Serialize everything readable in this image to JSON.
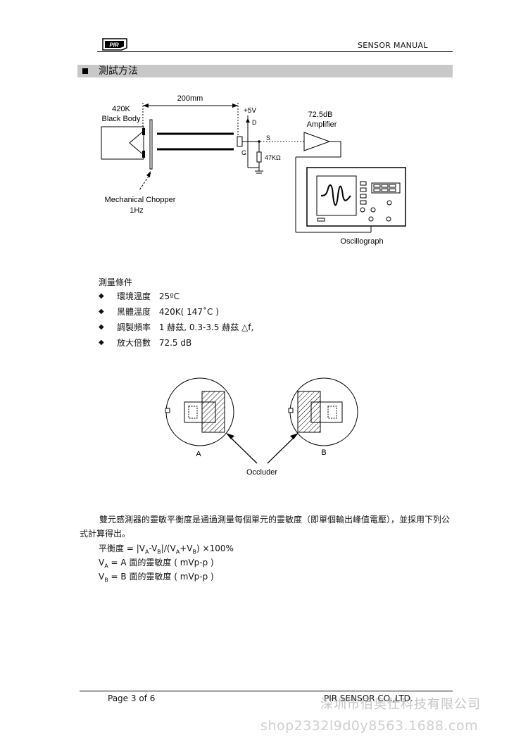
{
  "header": {
    "logo_text": "PIR",
    "manual_title": "SENSOR  MANUAL"
  },
  "section": {
    "title": "測試方法"
  },
  "diagram": {
    "distance": "200mm",
    "black_body_temp": "420K",
    "black_body_label": "Black Body",
    "chopper_label": "Mechanical Chopper",
    "chopper_freq": "1Hz",
    "supply": "+5V",
    "pin_d": "D",
    "pin_g": "G",
    "pin_s": "S",
    "resistor": "47KΩ",
    "amp_gain": "72.5dB",
    "amp_label": "Amplifier",
    "scope_label": "Oscillograph"
  },
  "conditions": {
    "title": "測量條件",
    "items": [
      {
        "label": "環境溫度",
        "value": "25ºC"
      },
      {
        "label": "黑體溫度",
        "value": "420K( 147˚C )"
      },
      {
        "label": "調製頻率",
        "value": "1 赫茲, 0.3-3.5 赫茲  △f,"
      },
      {
        "label": "放大倍數",
        "value": "72.5 dB"
      }
    ]
  },
  "occluder": {
    "label_a": "A",
    "label_b": "B",
    "occluder_label": "Occluder"
  },
  "body": {
    "paragraph": "雙元感測器的靈敏平衡度是通過測量每個單元的靈敏度（即單個輸出峰值電壓），並採用下列公式計算得出。",
    "balance_label": "平衡度",
    "balance_eq": " = |V",
    "balance_a": "A",
    "balance_mid": "-V",
    "balance_b": "B",
    "balance_mid2": "|/(V",
    "balance_a2": "A",
    "balance_plus": "+V",
    "balance_b2": "B",
    "balance_end": ") ×100%",
    "va_v": "V",
    "va_sub": "A",
    "va_rest": " = A 面的靈敏度 ( mVp-p )",
    "vb_v": "V",
    "vb_sub": "B",
    "vb_rest": " = B 面的靈敏度 ( mVp-p )"
  },
  "footer": {
    "page": "Page 3 of 6",
    "company": "PIR SENSOR CO.,LTD."
  },
  "watermarks": {
    "cn": "深圳市佰奥仕科技有限公司",
    "shop": "shop2332l9d0y8563.1688.com"
  }
}
